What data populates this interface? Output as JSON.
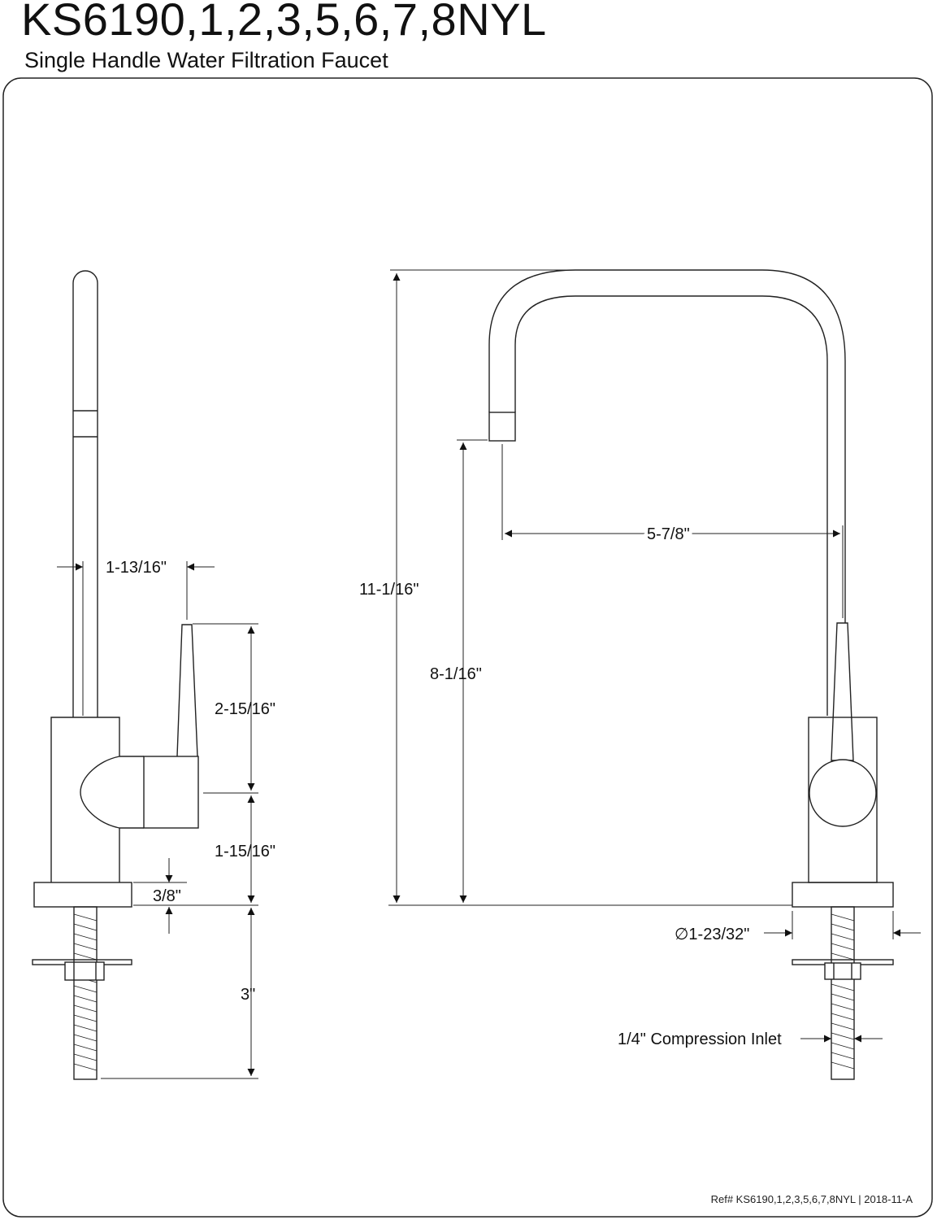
{
  "header": {
    "model": "KS6190,1,2,3,5,6,7,8NYL",
    "subtitle": "Single Handle Water Filtration Faucet"
  },
  "dimensions": {
    "side_spout_to_handle": "1-13/16\"",
    "side_handle_height": "2-15/16\"",
    "side_body_height": "1-15/16\"",
    "side_base_thickness": "3/8\"",
    "side_shank_length": "3\"",
    "front_overall_height": "11-1/16\"",
    "front_spout_clearance": "8-1/16\"",
    "front_spout_reach": "5-7/8\"",
    "front_base_diameter": "∅1-23/32\"",
    "front_inlet": "1/4\" Compression Inlet"
  },
  "footer": {
    "reference": "Ref# KS6190,1,2,3,5,6,7,8NYL | 2018-11-A"
  }
}
